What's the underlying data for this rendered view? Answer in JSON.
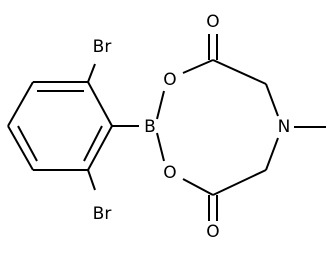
{
  "molecule": {
    "atoms": {
      "br_top": "Br",
      "br_bottom": "Br",
      "boron": "B",
      "o_ring_top": "O",
      "o_ring_bottom": "O",
      "o_carbonyl_top": "O",
      "o_carbonyl_bottom": "O",
      "nitrogen": "N"
    }
  }
}
